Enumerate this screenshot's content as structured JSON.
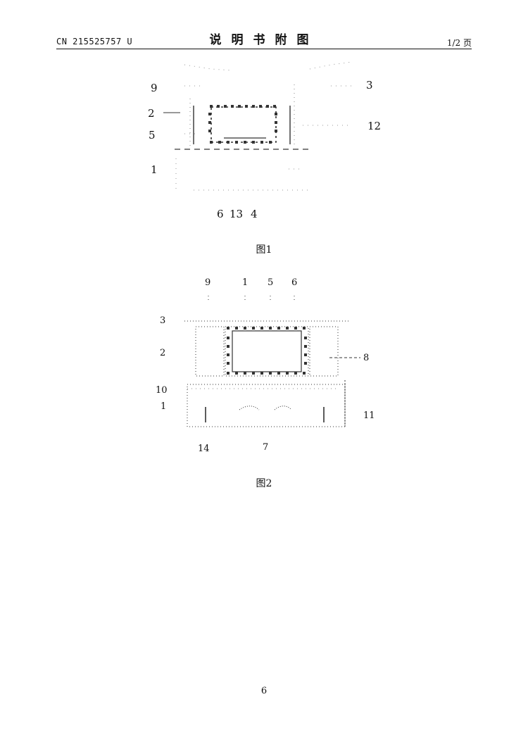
{
  "header": {
    "doc_number": "CN 215525757 U",
    "section_title": "说明书附图",
    "page_of": "1/2 页"
  },
  "figures": [
    {
      "caption": "图1",
      "labels": [
        "9",
        "2",
        "5",
        "1",
        "3",
        "12",
        "6",
        "13",
        "4"
      ]
    },
    {
      "caption": "图2",
      "labels": [
        "9",
        "1",
        "5",
        "6",
        "3",
        "2",
        "8",
        "10",
        "1",
        "11",
        "14",
        "7"
      ]
    }
  ],
  "footer": {
    "page_number": "6"
  }
}
